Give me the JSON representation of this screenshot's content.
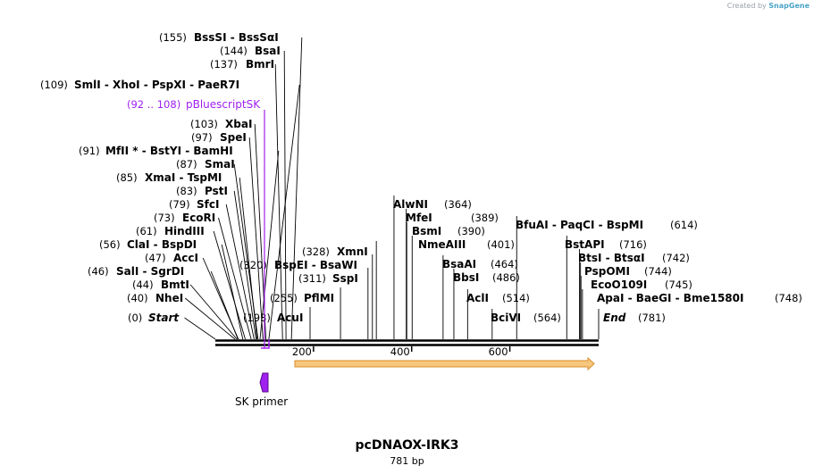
{
  "credit": {
    "prefix": "Created by",
    "brand": "SnapGene"
  },
  "plasmid": {
    "name": "pcDNAOX-IRK3",
    "length_label": "781 bp"
  },
  "colors": {
    "feature": "#a020f0",
    "orf_fill": "#f6c77d",
    "orf_stroke": "#d98c2a",
    "backbone": "#000000"
  },
  "scale": {
    "length": 781,
    "ticks": [
      {
        "bp": 200,
        "label": "200"
      },
      {
        "bp": 400,
        "label": "400"
      },
      {
        "bp": 600,
        "label": "600"
      }
    ]
  },
  "feature": {
    "range": "(92 .. 108)",
    "name": "pBluescriptSK"
  },
  "primer": {
    "name": "SK primer"
  },
  "sites_left": [
    {
      "pos": "(155)",
      "enzymes": [
        "BssSI",
        "BssSαI"
      ],
      "bp": 155
    },
    {
      "pos": "(144)",
      "enzymes": [
        "BsaI"
      ],
      "bp": 144
    },
    {
      "pos": "(137)",
      "enzymes": [
        "BmrI"
      ],
      "bp": 137
    },
    {
      "pos": "(109)",
      "enzymes": [
        "SmlI",
        "XhoI",
        "PspXI",
        "PaeR7I"
      ],
      "bp": 109
    },
    {
      "pos": "(103)",
      "enzymes": [
        "XbaI"
      ],
      "bp": 103
    },
    {
      "pos": "(97)",
      "enzymes": [
        "SpeI"
      ],
      "bp": 97
    },
    {
      "pos": "(91)",
      "enzymes": [
        "MfII *",
        "BstYI",
        "BamHI"
      ],
      "bp": 91
    },
    {
      "pos": "(87)",
      "enzymes": [
        "SmaI"
      ],
      "bp": 87
    },
    {
      "pos": "(85)",
      "enzymes": [
        "XmaI",
        "TspMI"
      ],
      "bp": 85
    },
    {
      "pos": "(83)",
      "enzymes": [
        "PstI"
      ],
      "bp": 83
    },
    {
      "pos": "(79)",
      "enzymes": [
        "SfcI"
      ],
      "bp": 79
    },
    {
      "pos": "(73)",
      "enzymes": [
        "EcoRI"
      ],
      "bp": 73
    },
    {
      "pos": "(61)",
      "enzymes": [
        "HindIII"
      ],
      "bp": 61
    },
    {
      "pos": "(56)",
      "enzymes": [
        "ClaI",
        "BspDI"
      ],
      "bp": 56
    },
    {
      "pos": "(47)",
      "enzymes": [
        "AccI"
      ],
      "bp": 47
    },
    {
      "pos": "(46)",
      "enzymes": [
        "SalI",
        "SgrDI"
      ],
      "bp": 46
    },
    {
      "pos": "(44)",
      "enzymes": [
        "BmtI"
      ],
      "bp": 44
    },
    {
      "pos": "(40)",
      "enzymes": [
        "NheI"
      ],
      "bp": 40
    },
    {
      "pos": "(0)",
      "enzymes": [
        "Start"
      ],
      "bp": 0,
      "italic": true
    }
  ],
  "sites_mid": [
    {
      "pos": "(328)",
      "enzymes": [
        "XmnI"
      ],
      "bp": 328
    },
    {
      "pos": "(320)",
      "enzymes": [
        "BspEI",
        "BsaWI"
      ],
      "bp": 320
    },
    {
      "pos": "(311)",
      "enzymes": [
        "SspI"
      ],
      "bp": 311
    },
    {
      "pos": "(255)",
      "enzymes": [
        "PflMI"
      ],
      "bp": 255
    },
    {
      "pos": "(193)",
      "enzymes": [
        "AcuI"
      ],
      "bp": 193
    }
  ],
  "sites_right": [
    {
      "pos": "(364)",
      "enzymes": [
        "AlwNI"
      ],
      "bp": 364
    },
    {
      "pos": "(389)",
      "enzymes": [
        "MfeI"
      ],
      "bp": 389
    },
    {
      "pos": "(390)",
      "enzymes": [
        "BsmI"
      ],
      "bp": 390
    },
    {
      "pos": "(401)",
      "enzymes": [
        "NmeAIII"
      ],
      "bp": 401
    },
    {
      "pos": "(464)",
      "enzymes": [
        "BsaAI"
      ],
      "bp": 464
    },
    {
      "pos": "(486)",
      "enzymes": [
        "BbsI"
      ],
      "bp": 486
    },
    {
      "pos": "(514)",
      "enzymes": [
        "AclI"
      ],
      "bp": 514
    },
    {
      "pos": "(564)",
      "enzymes": [
        "BciVI"
      ],
      "bp": 564
    },
    {
      "pos": "(614)",
      "enzymes": [
        "BfuAI",
        "PaqCI",
        "BspMI"
      ],
      "bp": 614
    },
    {
      "pos": "(716)",
      "enzymes": [
        "BstAPI"
      ],
      "bp": 716
    },
    {
      "pos": "(742)",
      "enzymes": [
        "BtsI",
        "BtsαI"
      ],
      "bp": 742
    },
    {
      "pos": "(744)",
      "enzymes": [
        "PspOMI"
      ],
      "bp": 744
    },
    {
      "pos": "(745)",
      "enzymes": [
        "EcoO109I"
      ],
      "bp": 745
    },
    {
      "pos": "(748)",
      "enzymes": [
        "ApaI",
        "BaeGI",
        "Bme1580I"
      ],
      "bp": 748
    },
    {
      "pos": "(781)",
      "enzymes": [
        "End"
      ],
      "bp": 781,
      "italic": true
    }
  ]
}
